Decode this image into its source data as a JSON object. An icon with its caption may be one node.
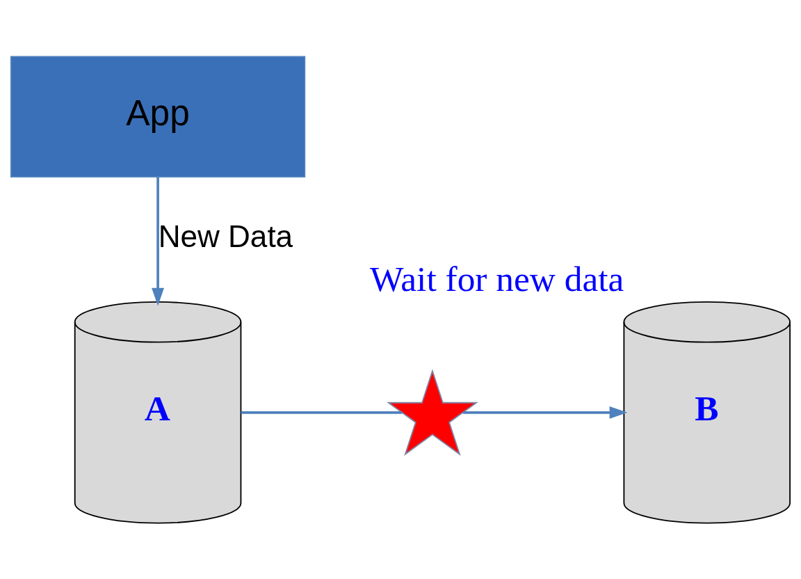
{
  "diagram": {
    "nodes": [
      {
        "text": [
          "App"
        ]
      },
      {
        "text": [
          "A"
        ]
      },
      {
        "text": [
          "B"
        ],
        "beside": [
          "Wait for new data"
        ]
      },
      {
        "text": [],
        "shape": "cross"
      }
    ],
    "edges": [
      {
        "from": 0,
        "to": 1,
        "arrow": "to",
        "label": "New Data"
      },
      {
        "from": 1,
        "to": 3,
        "arrow": "none"
      },
      {
        "from": 3,
        "to": 2,
        "arrow": "to"
      }
    ]
  }
}
